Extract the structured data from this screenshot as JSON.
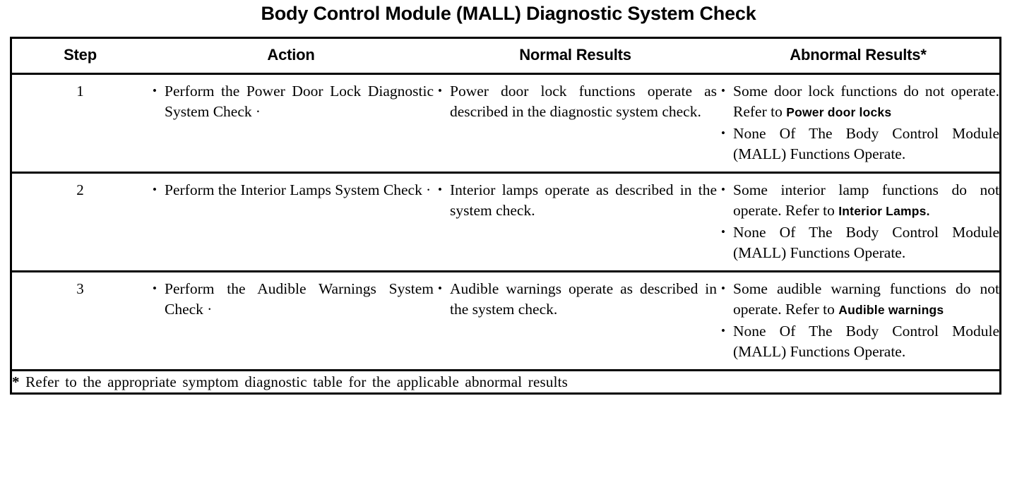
{
  "document": {
    "title": "Body Control Module (MALL) Diagnostic System Check"
  },
  "table": {
    "columns": [
      {
        "key": "step",
        "label": "Step"
      },
      {
        "key": "action",
        "label": "Action"
      },
      {
        "key": "normal",
        "label": "Normal Results"
      },
      {
        "key": "abnormal",
        "label": "Abnormal Results*"
      }
    ],
    "rows": [
      {
        "step": "1",
        "action": [
          {
            "text_before": "Perform the Power Door Lock Diagnostic System Check",
            "xref": "",
            "text_after": " ·"
          }
        ],
        "normal": [
          {
            "text_before": "Power door lock functions operate as described in the diagnostic system check.",
            "xref": "",
            "text_after": ""
          }
        ],
        "abnormal": [
          {
            "text_before": "Some door lock functions do not operate. Refer to ",
            "xref": "Power door locks",
            "text_after": ""
          },
          {
            "text_before": "None Of The Body Control Module (MALL) Functions Operate.",
            "xref": "",
            "text_after": ""
          }
        ]
      },
      {
        "step": "2",
        "action": [
          {
            "text_before": "Perform the Interior Lamps System Check",
            "xref": "",
            "text_after": " ·"
          }
        ],
        "normal": [
          {
            "text_before": "Interior lamps operate as described in the system check.",
            "xref": "",
            "text_after": ""
          }
        ],
        "abnormal": [
          {
            "text_before": "Some interior lamp functions do not operate. Refer to ",
            "xref": "Interior Lamps.",
            "text_after": ""
          },
          {
            "text_before": "None Of The Body Control Module (MALL) Functions Operate.",
            "xref": "",
            "text_after": ""
          }
        ]
      },
      {
        "step": "3",
        "action": [
          {
            "text_before": "Perform the Audible Warnings System Check",
            "xref": "",
            "text_after": " ·"
          }
        ],
        "normal": [
          {
            "text_before": "Audible warnings operate as described in the system check.",
            "xref": "",
            "text_after": ""
          }
        ],
        "abnormal": [
          {
            "text_before": "Some audible warning functions do not operate. Refer to ",
            "xref": "Audible warnings",
            "text_after": ""
          },
          {
            "text_before": "None Of The Body Control Module (MALL) Functions Operate.",
            "xref": "",
            "text_after": ""
          }
        ]
      }
    ],
    "footnote": {
      "marker": "*",
      "text": "Refer to the appropriate symptom diagnostic table for the applicable abnormal results"
    }
  },
  "colors": {
    "ink": "#000000",
    "paper": "#ffffff"
  }
}
